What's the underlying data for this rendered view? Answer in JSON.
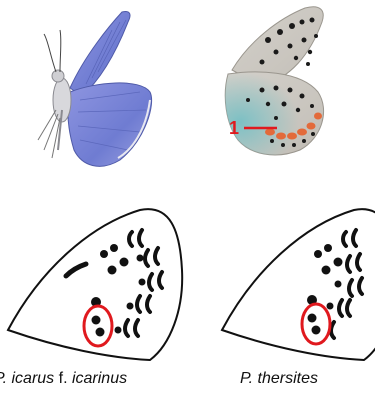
{
  "callout": {
    "label": "1",
    "color": "#e0191e"
  },
  "captions": {
    "left": {
      "species": "P. icarus",
      "form_prefix": " f. ",
      "form": "icarinus"
    },
    "right": {
      "species": "P. thersites"
    }
  },
  "colors": {
    "wing_blue": "#7a86d8",
    "underside_grey": "#c9c6c0",
    "underside_teal": "#8fc6c8",
    "orange_lunules": "#e36a3a",
    "highlight_ring": "#e0191e"
  }
}
